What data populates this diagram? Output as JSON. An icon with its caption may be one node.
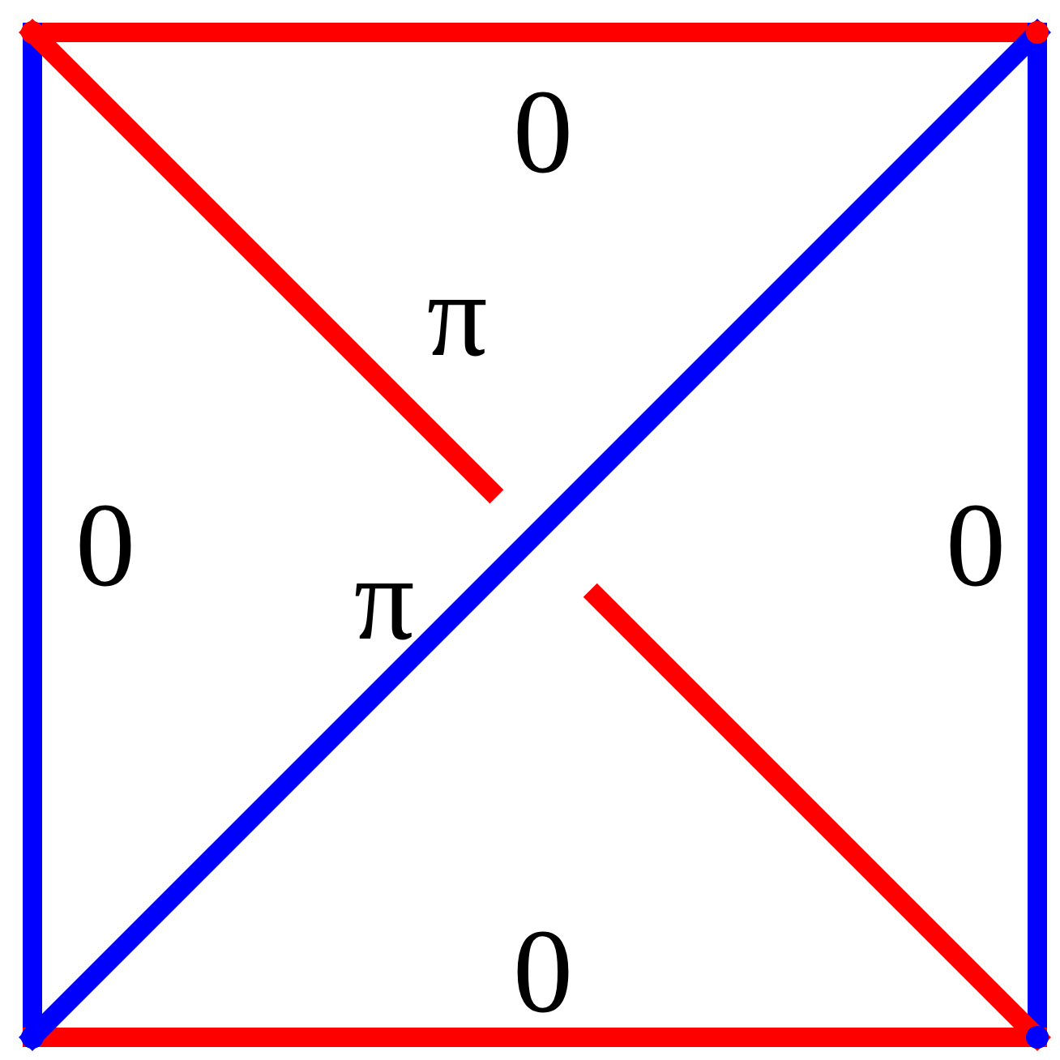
{
  "diagram": {
    "nodes": [
      {
        "text": [],
        "shape": "point"
      },
      {
        "text": [],
        "shape": "point"
      },
      {
        "text": [],
        "shape": "point"
      },
      {
        "text": [],
        "shape": "point"
      }
    ],
    "edges": [
      {
        "from": 0,
        "to": 1,
        "arrow": "none",
        "label": "0",
        "color": "#ff0000"
      },
      {
        "from": 0,
        "to": 2,
        "arrow": "none",
        "label": "0",
        "color": "#0000ff"
      },
      {
        "from": 1,
        "to": 3,
        "arrow": "none",
        "label": "0",
        "color": "#0000ff"
      },
      {
        "from": 2,
        "to": 3,
        "arrow": "none",
        "label": "0",
        "color": "#ff0000"
      },
      {
        "from": 0,
        "to": 3,
        "arrow": "none",
        "label": "π",
        "color": "#ff0000"
      },
      {
        "from": 2,
        "to": 1,
        "arrow": "none",
        "label": "π",
        "color": "#0000ff"
      }
    ]
  }
}
